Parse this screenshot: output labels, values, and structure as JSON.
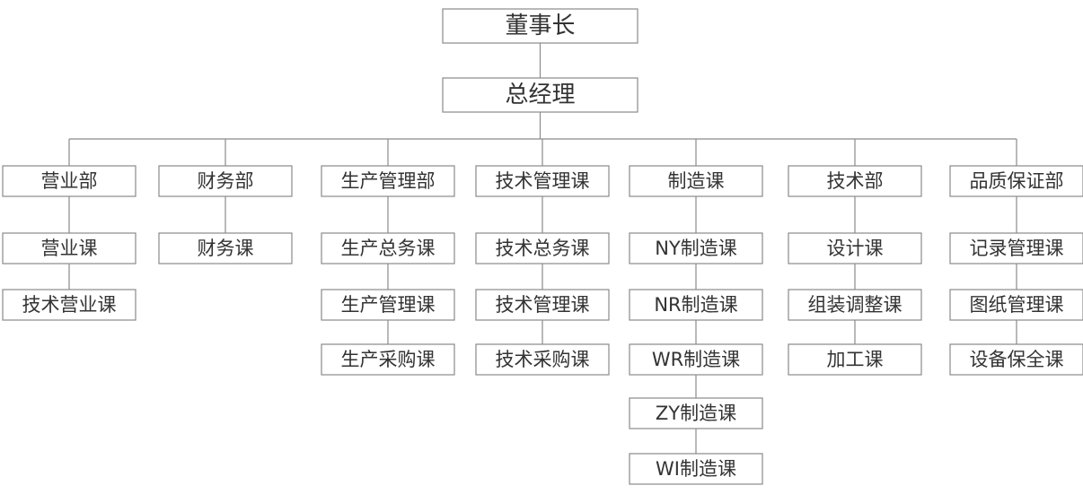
{
  "org_chart": {
    "chairman": "董事长",
    "general_manager": "总经理",
    "departments": [
      {
        "name": "营业部",
        "units": [
          "营业课",
          "技术营业课"
        ]
      },
      {
        "name": "财务部",
        "units": [
          "财务课"
        ]
      },
      {
        "name": "生产管理部",
        "units": [
          "生产总务课",
          "生产管理课",
          "生产采购课"
        ]
      },
      {
        "name": "技术管理课",
        "units": [
          "技术总务课",
          "技术管理课",
          "技术采购课"
        ]
      },
      {
        "name": "制造课",
        "units": [
          "NY制造课",
          "NR制造课",
          "WR制造课",
          "ZY制造课",
          "WI制造课"
        ]
      },
      {
        "name": "技术部",
        "units": [
          "设计课",
          "组装调整课",
          "加工课"
        ]
      },
      {
        "name": "品质保证部",
        "units": [
          "记录管理课",
          "图纸管理课",
          "设备保全课"
        ]
      }
    ]
  }
}
